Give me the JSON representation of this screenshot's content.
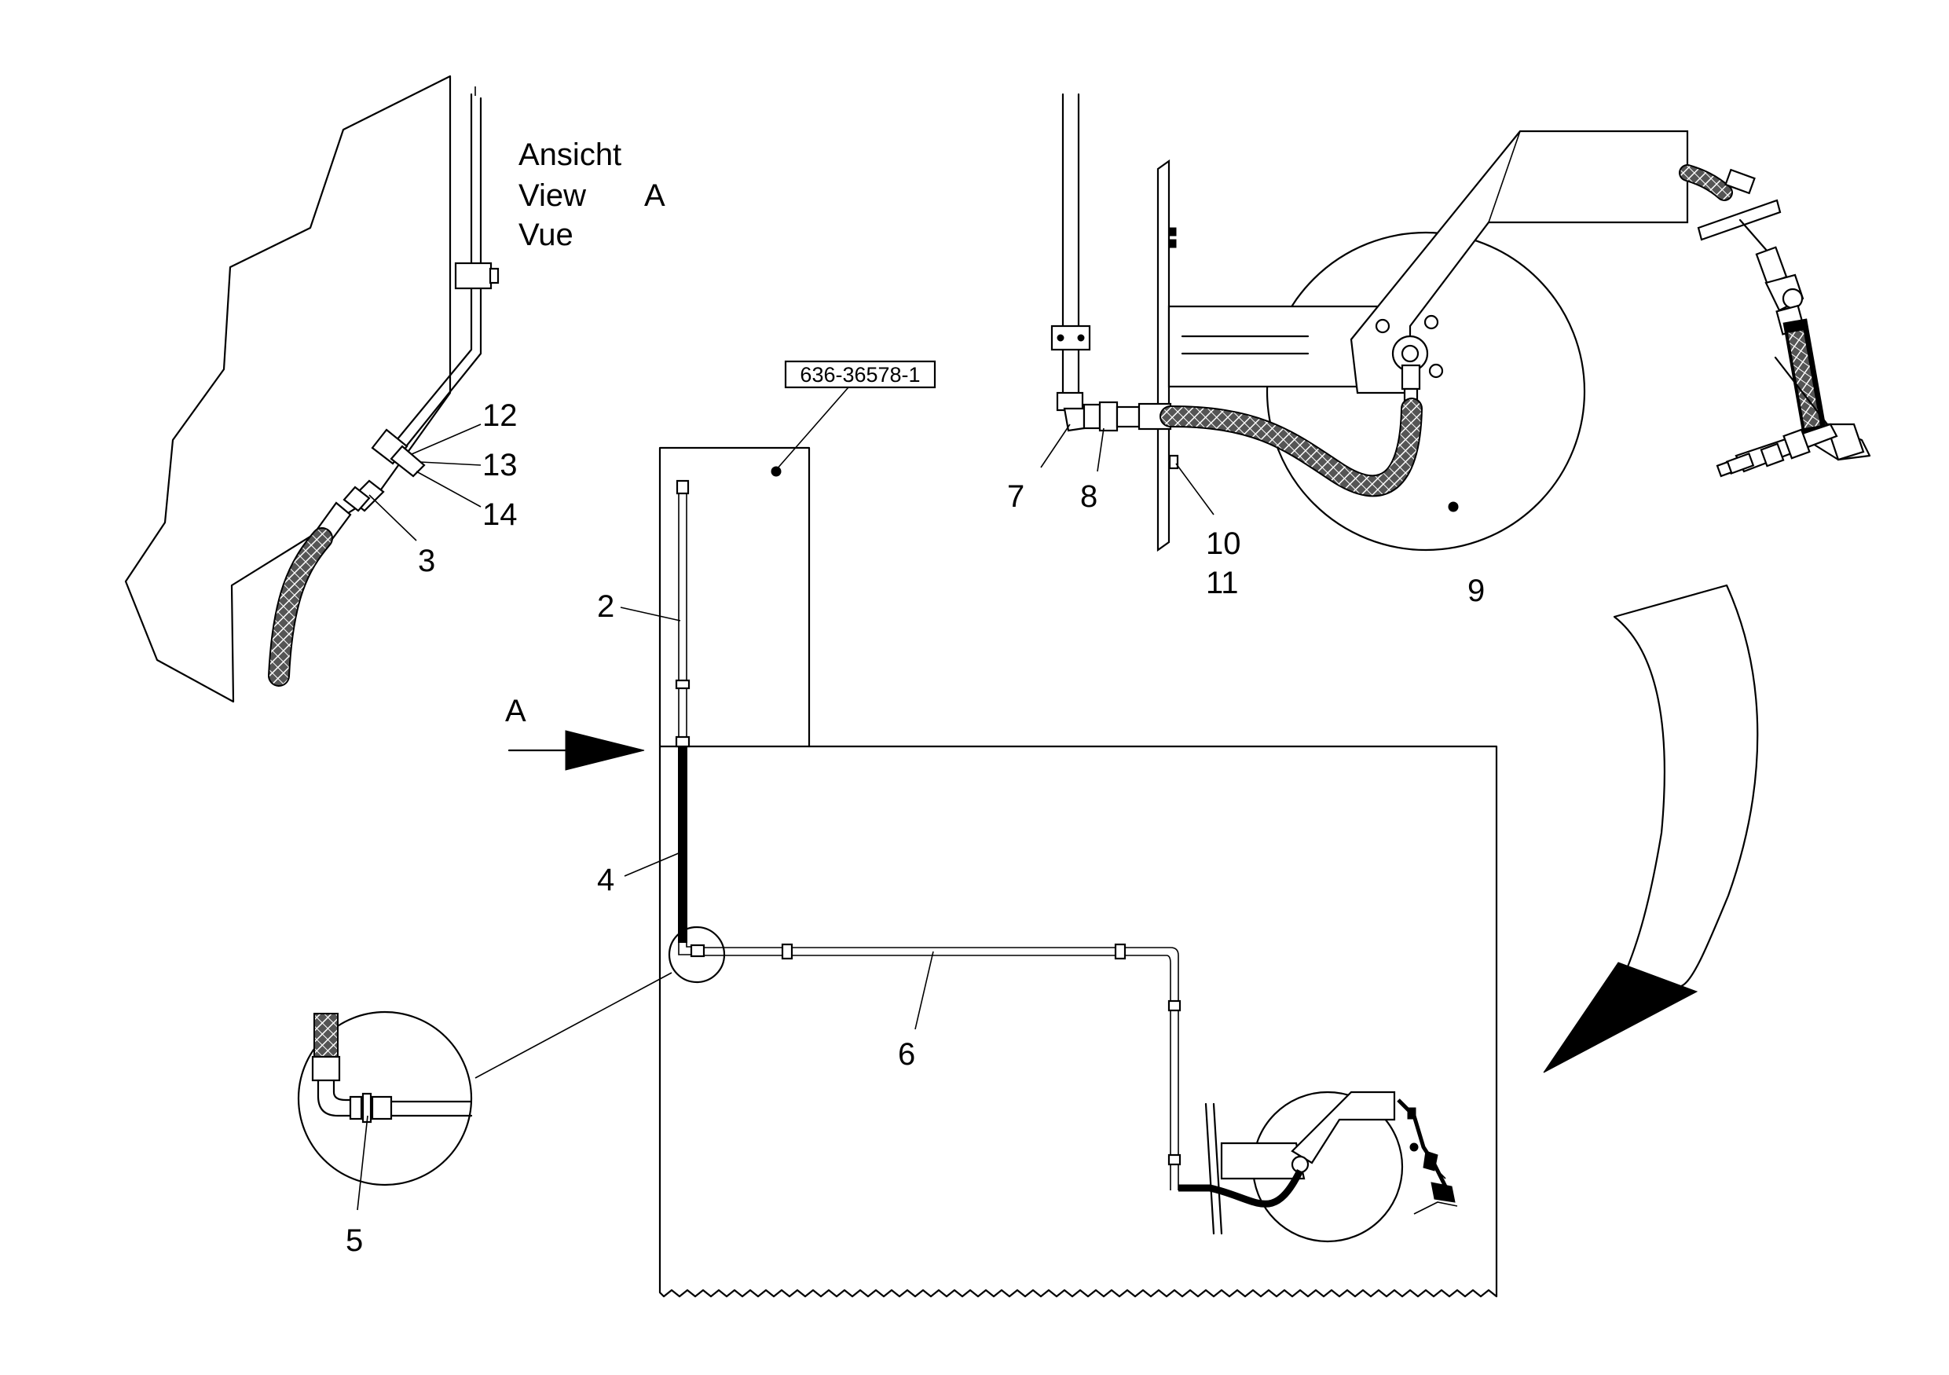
{
  "view_label": {
    "line1": "Ansicht",
    "line2": "View",
    "line2_letter": "A",
    "line3": "Vue"
  },
  "arrow_label": "A",
  "part_number": "636-36578-1",
  "callouts": {
    "c2": "2",
    "c3": "3",
    "c4": "4",
    "c5": "5",
    "c6": "6",
    "c7": "7",
    "c8": "8",
    "c9": "9",
    "c10": "10",
    "c11": "11",
    "c12": "12",
    "c13": "13",
    "c14": "14"
  }
}
